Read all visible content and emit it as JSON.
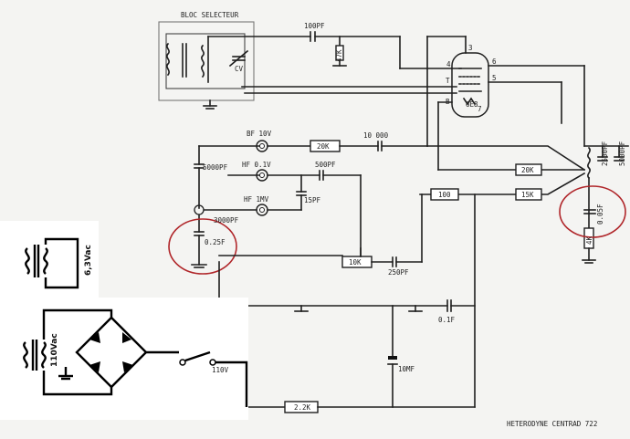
{
  "labels": {
    "bloc_selecteur": "BLOC SELECTEUR",
    "c100pf": "100PF",
    "cv": "CV",
    "res_top": "47K",
    "bf_10v": "BF 10V",
    "r20k_top": "20K",
    "r10000": "10 000",
    "c5000pf": "5000PF",
    "hf_01v": "HF 0.1V",
    "c500pf": "500PF",
    "hf_1mv": "HF 1MV",
    "c15pf": "15PF",
    "c3000pf": "3000PF",
    "c025f": "0.25F",
    "r10k": "10K",
    "c250pf": "250PF",
    "r100": "100",
    "r15k": "15K",
    "r20k_right": "20K",
    "c2500pf": "2500PF",
    "c5000pf_right": "5000PF",
    "c005f": "0.05F",
    "r4k": "4K",
    "tube": "6E8",
    "pin3": "3",
    "pin4": "4",
    "pin6": "6",
    "pin5": "5",
    "pin_t": "T",
    "pin_b": "B",
    "pin7": "7",
    "c01f": "0.1F",
    "c10mf": "10MF",
    "r22k": "2.2K",
    "title": "HETERODYNE CENTRAD 722",
    "v63": "6,3Vac",
    "v110": "110Vac",
    "sw110": "110V"
  }
}
